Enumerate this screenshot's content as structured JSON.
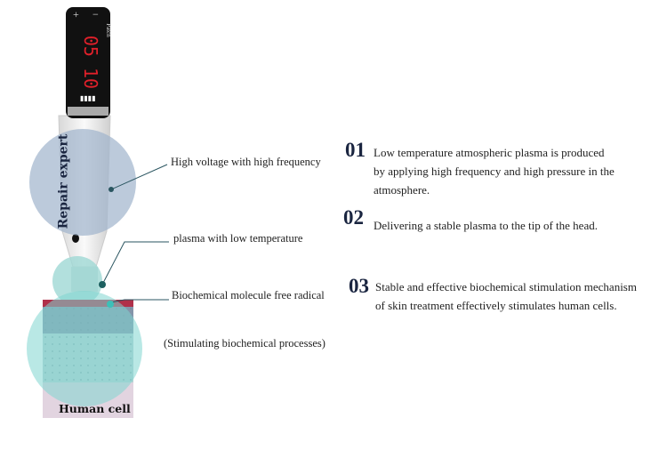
{
  "device": {
    "plus": "+",
    "minus": "−",
    "mode": "Patch",
    "display": "05 10",
    "side_label": "Repair  expert"
  },
  "labels": {
    "high_voltage": "High voltage with high frequency",
    "plasma": "plasma with low temperature",
    "radical": "Biochemical molecule free radical",
    "stimulating": "(Stimulating biochemical processes)",
    "human_cell": "Human cell"
  },
  "steps": [
    {
      "num": "01",
      "lines": [
        "Low temperature atmospheric plasma is produced",
        "by applying high frequency and high pressure in the",
        "atmosphere."
      ]
    },
    {
      "num": "02",
      "lines": [
        "Delivering  a stable plasma to the tip of the head."
      ]
    },
    {
      "num": "03",
      "lines": [
        "Stable and effective biochemical stimulation mechanism",
        "of  skin treatment effectively stimulates human cells."
      ]
    }
  ],
  "colors": {
    "blue_circle": "#9fb3cc",
    "teal_circle": "#8fd6d2",
    "leader": "#2a5560",
    "number": "#1a2540",
    "digits": "#e0202a"
  }
}
